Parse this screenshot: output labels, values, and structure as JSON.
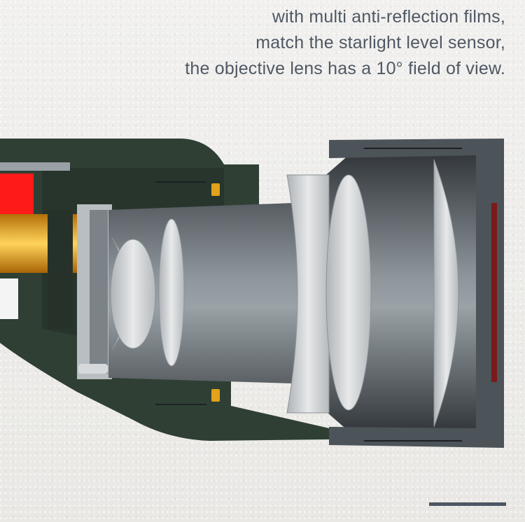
{
  "caption": {
    "line1": "with multi anti-reflection films,",
    "line2": "match the starlight level sensor,",
    "line3": "the objective lens has a 10° field of view."
  },
  "illustration": {
    "subject": "objective lens cross-section",
    "colors": {
      "housing_green": "#2f3f34",
      "barrel_gray": "#5a6066",
      "glass_light": "#c9cdd0",
      "accent_red": "#ff1a1a",
      "brass": "#e2a21a"
    }
  }
}
